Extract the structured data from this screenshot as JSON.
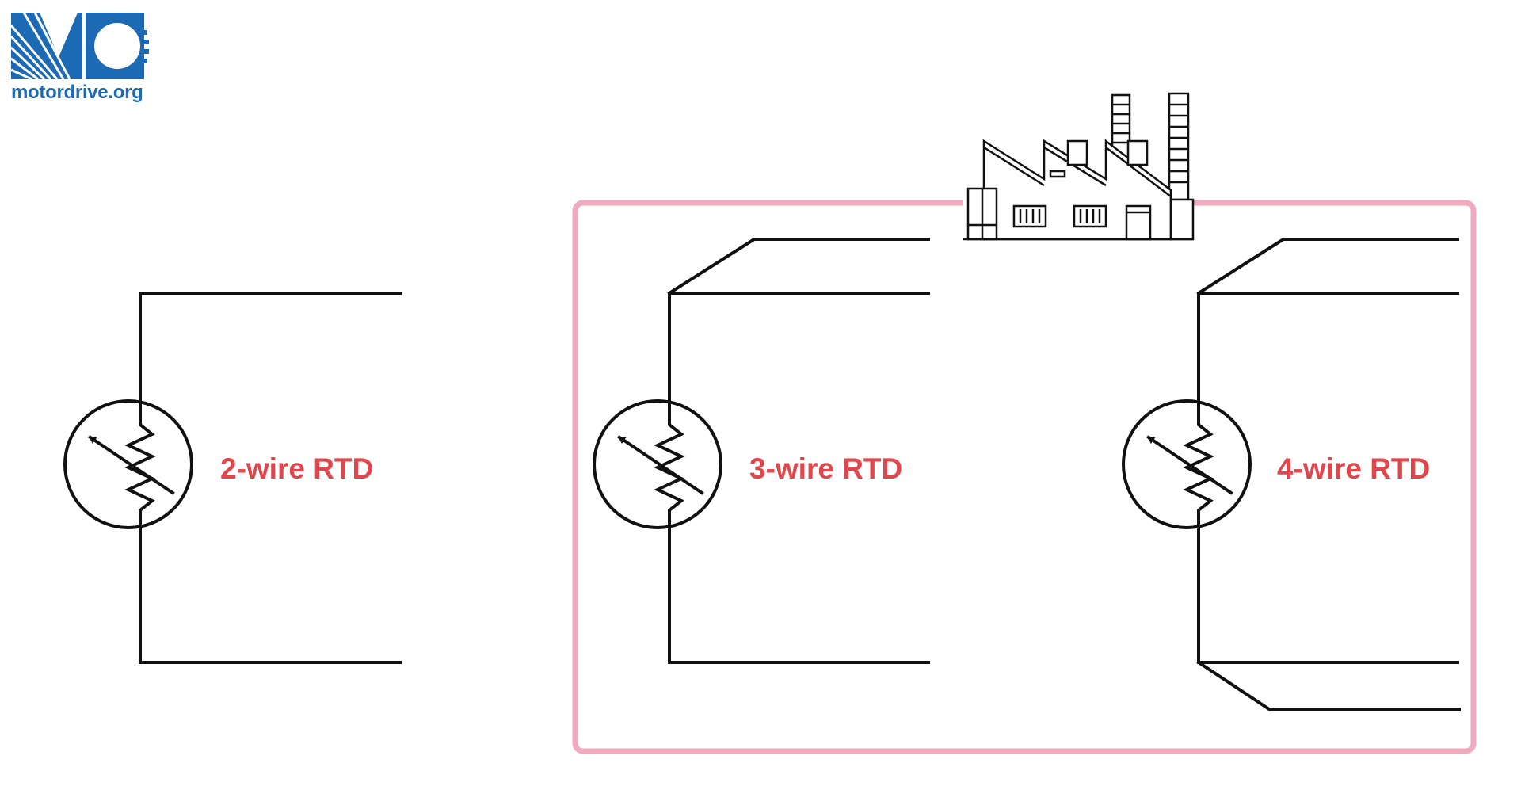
{
  "logo": {
    "text": "motordrive.org",
    "color": "#1b6ab3"
  },
  "diagram": {
    "frame_color": "#f0a9bd",
    "label_color": "#e0474d",
    "wire_color": "#111111",
    "labels": {
      "two_wire": "2-wire RTD",
      "three_wire": "3-wire RTD",
      "four_wire": "4-wire RTD"
    },
    "icons": [
      "factory-icon",
      "rtd-symbol",
      "motordrive-logo"
    ]
  }
}
